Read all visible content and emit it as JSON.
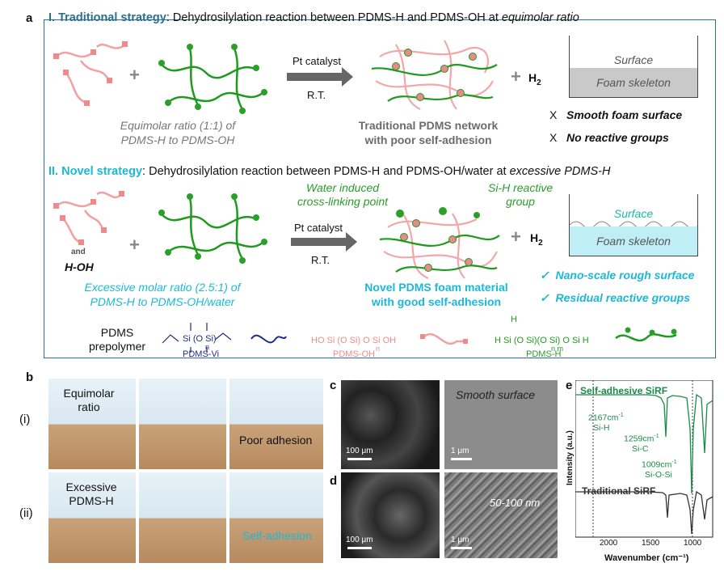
{
  "panel_a": {
    "label": "a",
    "traditional": {
      "heading_strong": "I. Traditional strategy",
      "heading_rest": ": Dehydrosilylation  reaction between PDMS-H and PDMS-OH at ",
      "heading_em": "equimolar ratio",
      "catalyst": "Pt catalyst",
      "rt": "R.T.",
      "h2": "H",
      "h2_sub": "2",
      "ratio_line1": "Equimolar ratio (1:1) of",
      "ratio_line2": "PDMS-H to PDMS-OH",
      "network_line1": "Traditional PDMS network",
      "network_line2": "with poor self-adhesion",
      "surface": "Surface",
      "skeleton": "Foam skeleton",
      "x1_mark": "X",
      "x1": "Smooth foam surface",
      "x2_mark": "X",
      "x2": "No reactive groups"
    },
    "novel": {
      "heading_strong": "II. Novel strategy",
      "heading_rest": ": Dehydrosilylation reaction between PDMS-H and PDMS-OH/water at ",
      "heading_em": "excessive PDMS-H",
      "and": "and",
      "hoh": "H-OH",
      "water_line1": "Water induced",
      "water_line2": "cross-linking point",
      "sih_line1": "Si-H reactive",
      "sih_line2": "group",
      "catalyst": "Pt catalyst",
      "rt": "R.T.",
      "h2": "H",
      "h2_sub": "2",
      "ratio_line1": "Excessive molar ratio (2.5:1) of",
      "ratio_line2": "PDMS-H to PDMS-OH/water",
      "foam_line1": "Novel PDMS foam material",
      "foam_line2": "with good self-adhesion",
      "surface": "Surface",
      "skeleton": "Foam skeleton",
      "c1_mark": "✓",
      "c1": "Nano-scale rough surface",
      "c2_mark": "✓",
      "c2": "Residual reactive groups"
    },
    "prepolymer": {
      "label_line1": "PDMS",
      "label_line2": "prepolymer",
      "vi": "PDMS-Vi",
      "oh": "PDMS-OH",
      "h": "PDMS-H"
    }
  },
  "panel_b": {
    "label": "b",
    "row1_label": "(i)",
    "row2_label": "(ii)",
    "row1_text_line1": "Equimolar",
    "row1_text_line2": "ratio",
    "row1_result": "Poor adhesion",
    "row2_text_line1": "Excessive",
    "row2_text_line2": "PDMS-H",
    "row2_result": "Self-adhesion"
  },
  "panel_c": {
    "label": "c",
    "scale1": "100 μm",
    "scale2": "1 μm",
    "caption": "Smooth surface"
  },
  "panel_d": {
    "label": "d",
    "scale1": "100 μm",
    "scale2": "1 μm",
    "caption": "50-100 nm"
  },
  "panel_e": {
    "label": "e",
    "chart_data": {
      "type": "line",
      "xlabel": "Wavenumber (cm⁻¹)",
      "ylabel": "Intensity (a.u.)",
      "xticks": [
        "2000",
        "1500",
        "1000"
      ],
      "xlim": [
        2400,
        750
      ],
      "series": [
        {
          "name": "Self-adhesive SiRF",
          "color": "#1b8a4a"
        },
        {
          "name": "Traditional SiRF",
          "color": "#333333"
        }
      ],
      "annotations": [
        {
          "line1": "2167cm",
          "sup": "-1",
          "line2": "Si-H"
        },
        {
          "line1": "1259cm",
          "sup": "-1",
          "line2": "Si-C"
        },
        {
          "line1": "1009cm",
          "sup": "-1",
          "line2": "Si-O-Si"
        }
      ]
    }
  }
}
